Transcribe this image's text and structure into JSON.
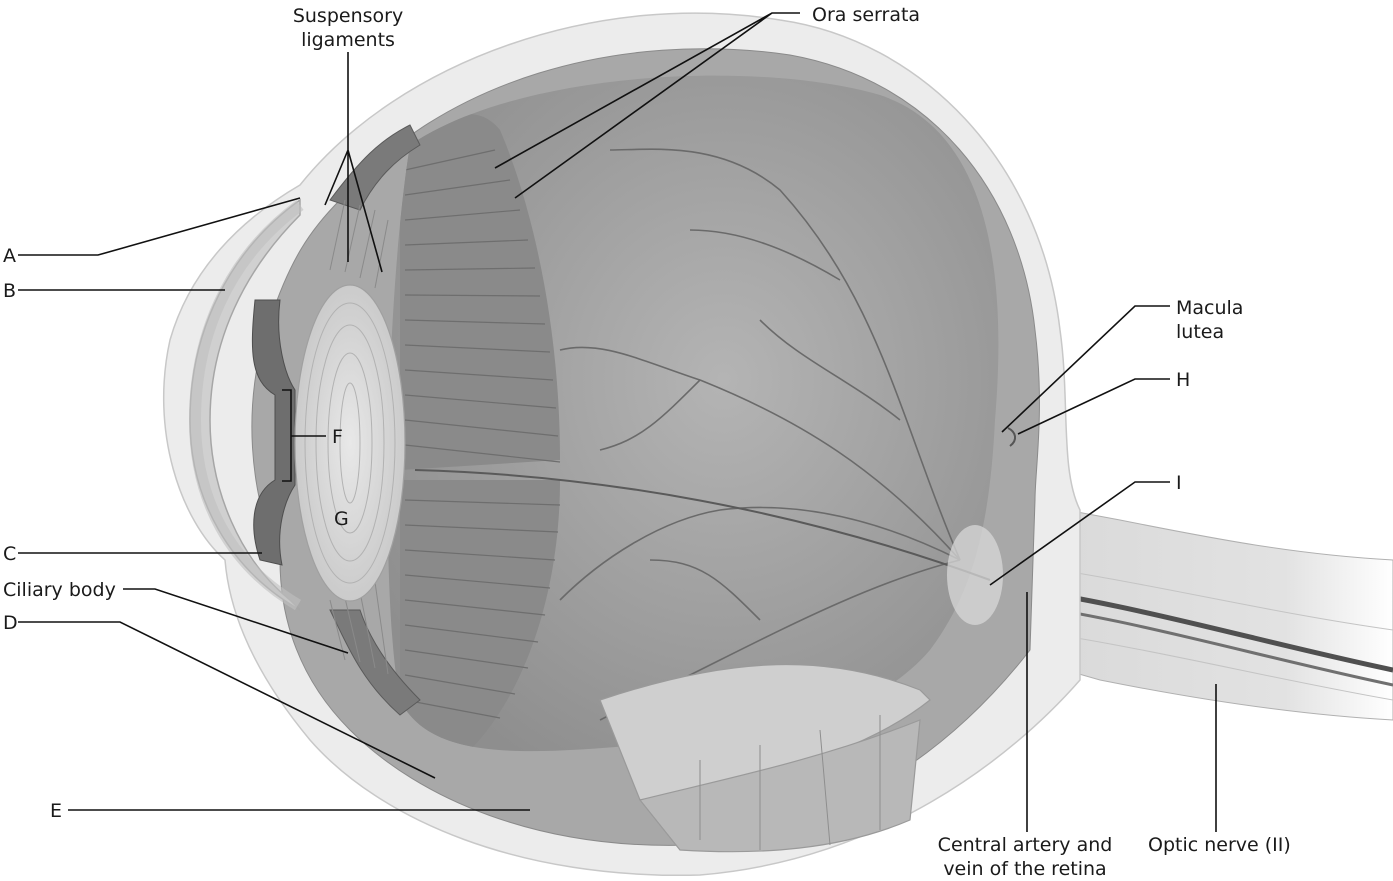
{
  "labels": {
    "suspensory_ligaments": [
      "Suspensory",
      "ligaments"
    ],
    "ora_serrata": "Ora serrata",
    "macula_lutea": [
      "Macula",
      "lutea"
    ],
    "ciliary_body": "Ciliary body",
    "central_artery": [
      "Central artery and",
      "vein of the retina"
    ],
    "optic_nerve": "Optic nerve (II)",
    "A": "A",
    "B": "B",
    "C": "C",
    "D": "D",
    "E": "E",
    "F": "F",
    "G": "G",
    "H": "H",
    "I": "I"
  }
}
